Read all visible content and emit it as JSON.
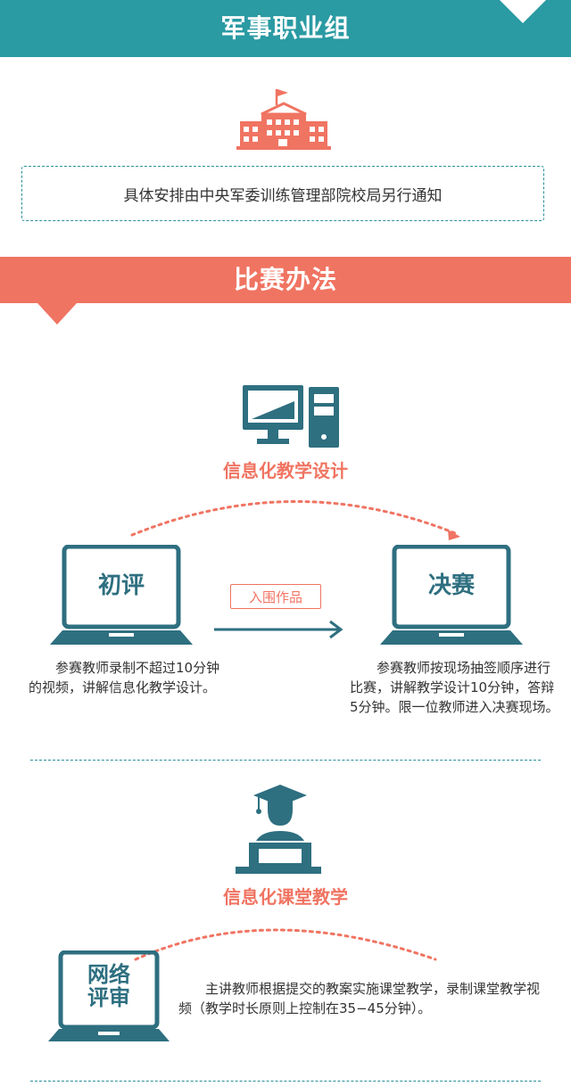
{
  "header1": {
    "title": "军事职业组"
  },
  "notice": {
    "text": "具体安排由中央军委训练管理部院校局另行通知"
  },
  "header2": {
    "title": "比赛办法"
  },
  "design": {
    "title": "信息化教学设计",
    "prelim_label": "初评",
    "final_label": "决赛",
    "arrow_label": "入围作品",
    "prelim_desc": "　　参赛教师录制不超过10分钟的视频，讲解信息化教学设计。",
    "final_desc": "　　参赛教师按现场抽签顺序进行比赛，讲解教学设计10分钟，答辩5分钟。限一位教师进入决赛现场。"
  },
  "classroom": {
    "title": "信息化课堂教学",
    "review_line1": "网络",
    "review_line2": "评审",
    "desc": "　　主讲教师根据提交的教案实施课堂教学，录制课堂教学视频（教学时长原则上控制在35−45分钟）。"
  },
  "colors": {
    "teal": "#2a9aa3",
    "coral": "#f07462",
    "dark_teal": "#2e6f80"
  },
  "icons": [
    "flag-building-icon",
    "computer-monitor-icon",
    "laptop-icon",
    "graduate-teacher-icon"
  ]
}
